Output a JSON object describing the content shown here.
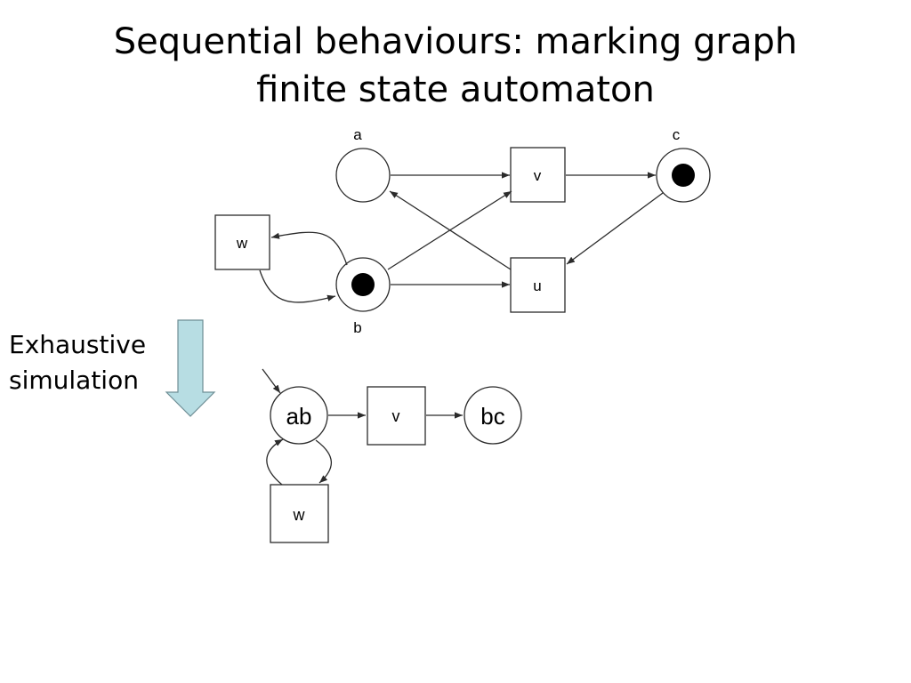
{
  "title": {
    "line1": "Sequential behaviours: marking graph",
    "line2": "finite state automaton"
  },
  "side_label": {
    "line1": "Exhaustive",
    "line2": "simulation"
  },
  "colors": {
    "arrow_fill": "#b7dde3",
    "arrow_stroke": "#6e8e95",
    "stroke": "#2b2b2b",
    "token": "#000000"
  },
  "petri_net": {
    "places": {
      "a": {
        "label": "a",
        "tokens": 0
      },
      "b": {
        "label": "b",
        "tokens": 1
      },
      "c": {
        "label": "c",
        "tokens": 1
      }
    },
    "transitions": {
      "v": {
        "label": "v"
      },
      "u": {
        "label": "u"
      },
      "w": {
        "label": "w"
      }
    },
    "arcs": [
      {
        "from": "a",
        "to": "v"
      },
      {
        "from": "b",
        "to": "v"
      },
      {
        "from": "v",
        "to": "c"
      },
      {
        "from": "c",
        "to": "u"
      },
      {
        "from": "b",
        "to": "u"
      },
      {
        "from": "u",
        "to": "a"
      },
      {
        "from": "b",
        "to": "w"
      },
      {
        "from": "w",
        "to": "b"
      }
    ]
  },
  "marking_graph": {
    "states": {
      "ab": {
        "label": "ab",
        "initial": true
      },
      "bc": {
        "label": "bc",
        "initial": false
      }
    },
    "transitions": {
      "v": {
        "label": "v"
      },
      "w": {
        "label": "w"
      }
    },
    "arcs": [
      {
        "from": "ab",
        "to": "v"
      },
      {
        "from": "v",
        "to": "bc"
      },
      {
        "from": "ab",
        "to": "w"
      },
      {
        "from": "w",
        "to": "ab"
      }
    ]
  }
}
